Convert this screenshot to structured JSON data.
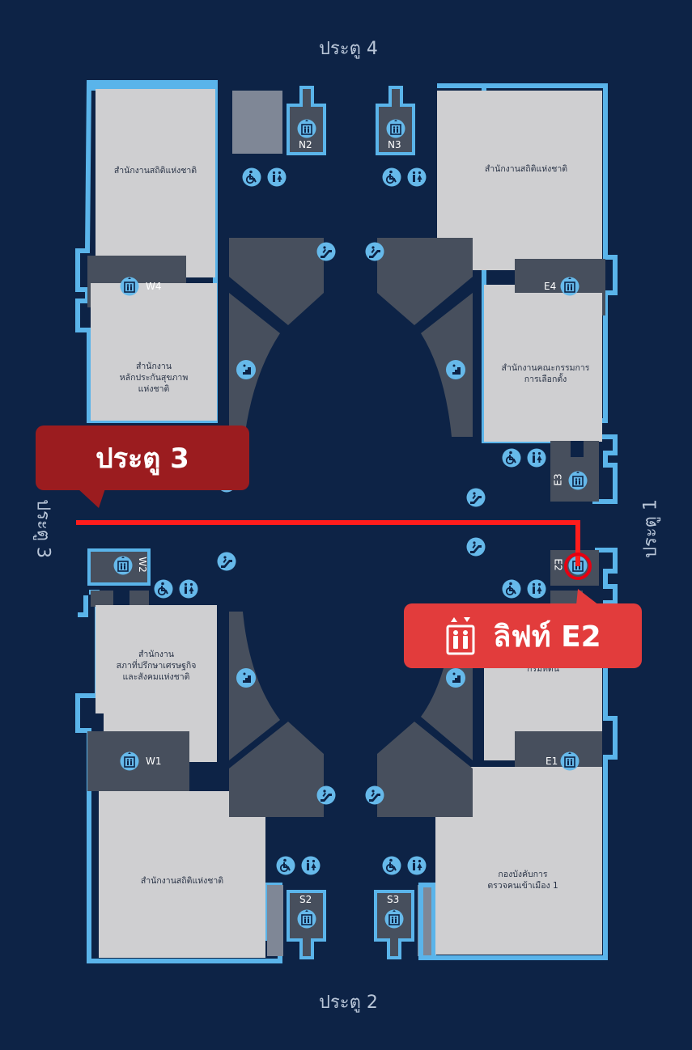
{
  "gates": {
    "top": "ประตู 4",
    "bottom": "ประตู 2",
    "left": "ประตู 3",
    "right": "ประตู 1"
  },
  "rooms": {
    "nw_top": "สำนักงานสถิติแห่งชาติ",
    "ne_top": "สำนักงานสถิติแห่งชาติ",
    "nw_mid": "สำนักงาน\nหลักประกันสุขภาพ\nแห่งชาติ",
    "ne_mid": "สำนักงานคณะกรรมการ\nการเลือกตั้ง",
    "sw_mid": "สำนักงาน\nสภาที่ปรึกษาเศรษฐกิจ\nและสังคมแห่งชาติ",
    "se_mid": "กรมที่ดิน",
    "sw_bot": "สำนักงานสถิติแห่งชาติ",
    "se_bot": "กองบังคับการ\nตรวจคนเข้าเมือง 1"
  },
  "lifts": {
    "n2": "N2",
    "n3": "N3",
    "w4": "W4",
    "e4": "E4",
    "e3": "E3",
    "w2": "W2",
    "e2": "E2",
    "w1": "W1",
    "e1": "E1",
    "s2": "S2",
    "s3": "S3"
  },
  "callouts": {
    "gate": "ประตู 3",
    "lift": "ลิฟท์ E2"
  },
  "colors": {
    "background": "#0d2346",
    "building_outline": "#5ab4ea",
    "room_fill": "#cfcfd1",
    "core_fill": "#474f5d",
    "icon_fill": "#66b9ea",
    "route": "#ff1c1c",
    "gate_callout": "#9b1c1f",
    "lift_callout": "#e23c3c"
  }
}
